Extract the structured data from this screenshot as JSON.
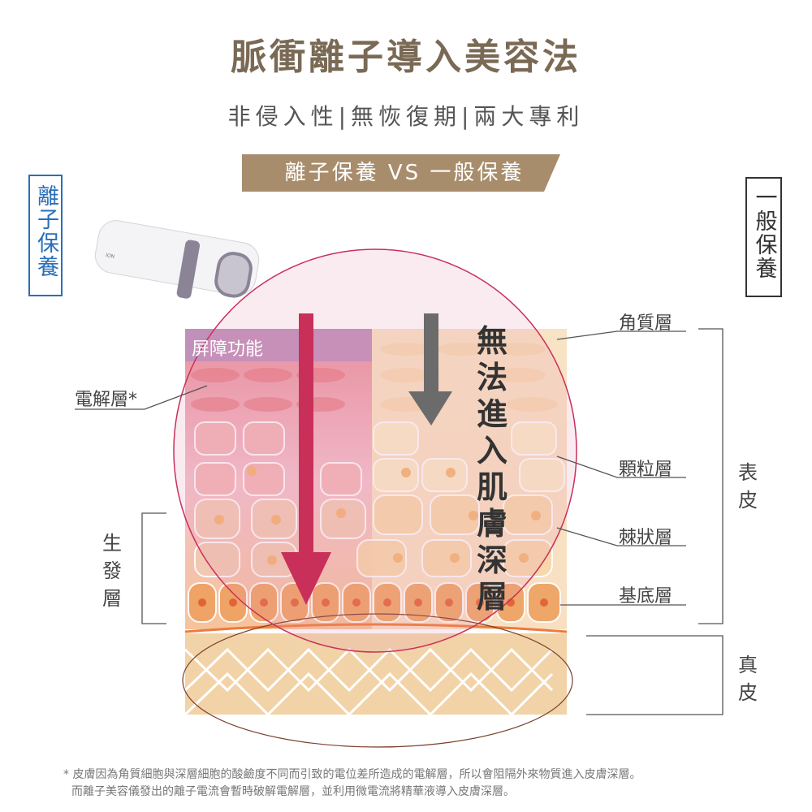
{
  "title": "脈衝離子導入美容法",
  "subtitle": "非侵入性|無恢復期|兩大專利",
  "banner": "離子保養 VS 一般保養",
  "left_box": "離子保養",
  "right_box": "一般保養",
  "device_text": {
    "brand": "ION"
  },
  "barrier_label": "屏障功能",
  "center_text": "無法進入肌膚深層",
  "left_labels": {
    "electrolyte": "電解層*",
    "germinative": "生發層"
  },
  "right_labels": {
    "stratum_corneum": "角質層",
    "granular": "顆粒層",
    "spinous": "棘狀層",
    "basal": "基底層"
  },
  "group_labels": {
    "epidermis": "表皮",
    "dermis": "真皮"
  },
  "footnote": [
    "* 皮膚因為角質細胞與深層細胞的酸鹼度不同而引致的電位差所造成的電解層，所以會阻隔外來物質進入皮膚深層。",
    "而離子美容儀發出的離子電流會暫時破解電解層，並利用微電流將精華液導入皮膚深層。"
  ],
  "colors": {
    "ion_arrow": "#c8305a",
    "normal_arrow": "#6b6b6b",
    "banner": "#a88d6c",
    "ion_border": "#2a6fb8"
  }
}
